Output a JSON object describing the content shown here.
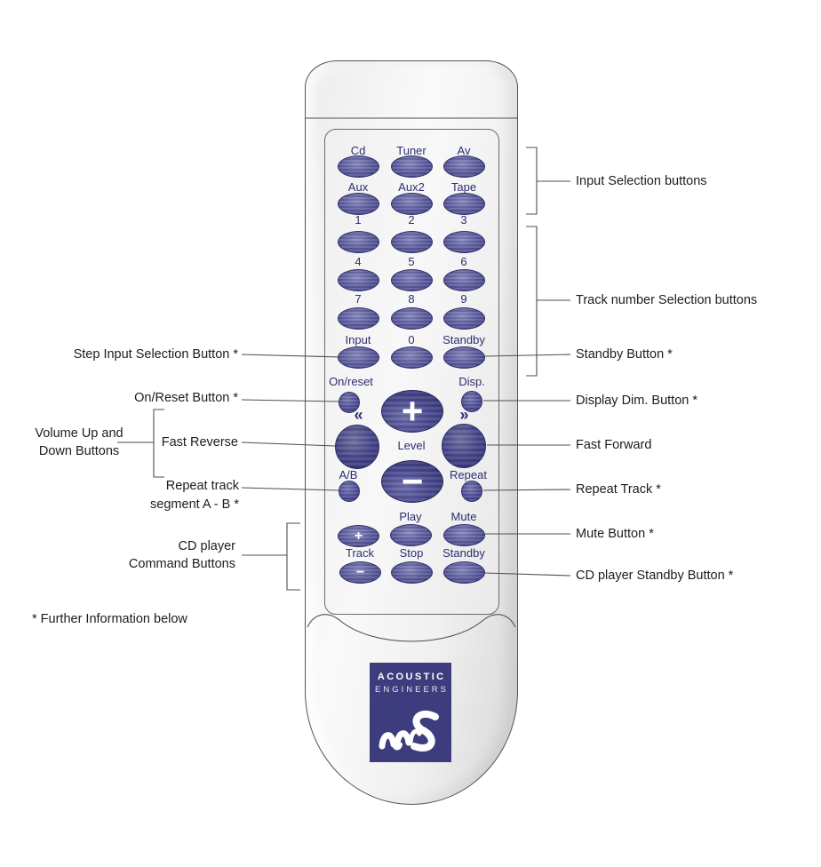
{
  "callouts": {
    "right": {
      "input_selection": "Input Selection buttons",
      "track_number": "Track number Selection buttons",
      "standby": "Standby Button *",
      "display_dim": "Display Dim. Button *",
      "fast_forward": "Fast Forward",
      "repeat_track": "Repeat Track *",
      "mute": "Mute Button *",
      "cd_standby": "CD player Standby Button *"
    },
    "left": {
      "step_input": "Step Input Selection Button *",
      "on_reset": "On/Reset Button *",
      "volume": "Volume Up and\nDown Buttons",
      "fast_reverse": "Fast Reverse",
      "repeat_segment": "Repeat track\nsegment A - B *",
      "cd_command": "CD player\nCommand Buttons"
    },
    "footnote": "* Further Information below"
  },
  "remote": {
    "rows": {
      "r1": [
        "Cd",
        "Tuner",
        "Av"
      ],
      "r2": [
        "Aux",
        "Aux2",
        "Tape"
      ],
      "r3": [
        "1",
        "2",
        "3"
      ],
      "r4": [
        "4",
        "5",
        "6"
      ],
      "r5": [
        "7",
        "8",
        "9"
      ],
      "r6": [
        "Input",
        "0",
        "Standby"
      ]
    },
    "center": {
      "on_reset": "On/reset",
      "disp": "Disp.",
      "rew": "«",
      "ff": "»",
      "plus": "+",
      "minus": "−",
      "level": "Level",
      "ab": "A/B",
      "repeat": "Repeat"
    },
    "bottom": {
      "plus": "+",
      "minus": "−",
      "play": "Play",
      "mute": "Mute",
      "track": "Track",
      "stop": "Stop",
      "standby": "Standby"
    },
    "logo": {
      "line1": "ACOUSTIC",
      "line2": "ENGINEERS"
    }
  },
  "colors": {
    "button_purple": "#5d5da0",
    "button_dark": "#30306e",
    "button_light": "#8b8bc0",
    "label_navy": "#2d2d70",
    "logo_navy": "#3d3d7e",
    "line_gray": "#4f4f4f",
    "text_black": "#1d1d1d"
  }
}
